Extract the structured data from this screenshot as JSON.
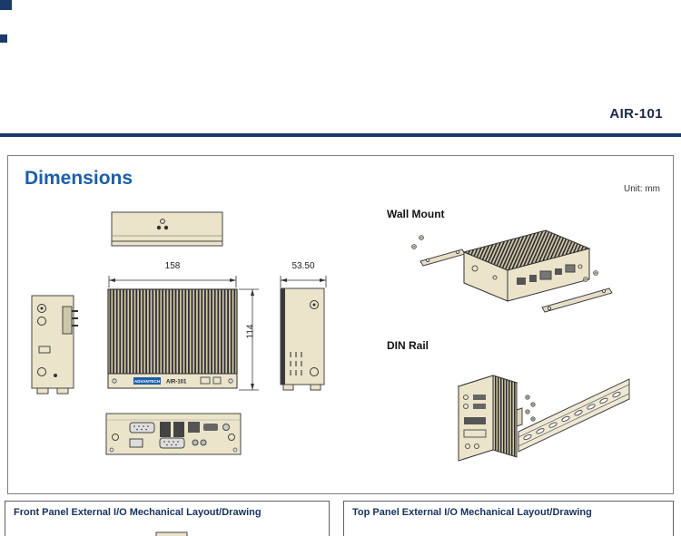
{
  "header": {
    "product": "AIR-101"
  },
  "dimensions_section": {
    "title": "Dimensions",
    "unit": "Unit: mm",
    "dim_width": "158",
    "dim_height": "114",
    "dim_depth": "53.50",
    "wall_mount_label": "Wall Mount",
    "din_rail_label": "DIN Rail",
    "device_brand": "ADVANTECH",
    "device_model": "AIR-101"
  },
  "bottom_panels": [
    {
      "title": "Front Panel External I/O Mechanical Layout/Drawing"
    },
    {
      "title": "Top Panel External I/O Mechanical Layout/Drawing"
    }
  ],
  "colors": {
    "accent_blue": "#1c5fa8",
    "rule_navy": "#1a3a6b",
    "panel_header_navy": "#16325c",
    "drawing_fill_beige": "#ebe4ca"
  }
}
